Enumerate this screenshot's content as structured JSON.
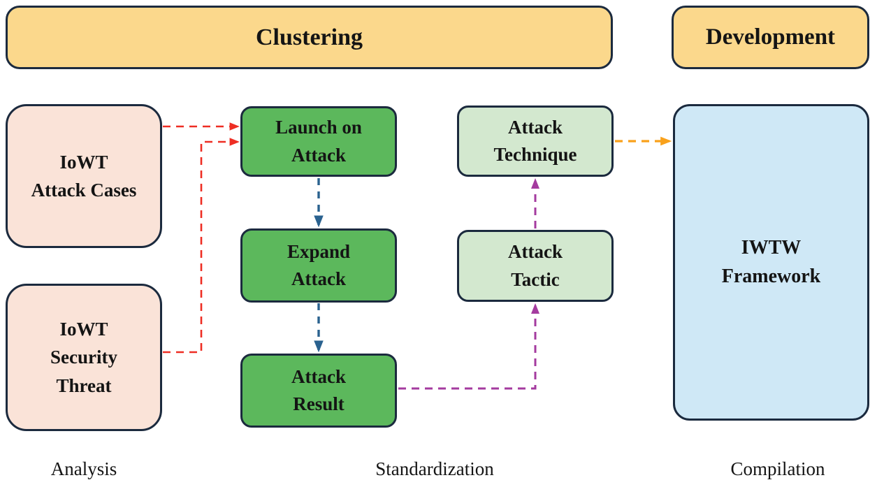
{
  "diagram": {
    "phases": {
      "clustering": {
        "label": "Clustering"
      },
      "development": {
        "label": "Development"
      }
    },
    "nodes": {
      "iowt_attack_cases": {
        "label": "IoWT\nAttack Cases"
      },
      "iowt_security_threat": {
        "label": "IoWT\nSecurity\nThreat"
      },
      "launch_on_attack": {
        "label": "Launch on\nAttack"
      },
      "expand_attack": {
        "label": "Expand\nAttack"
      },
      "attack_result": {
        "label": "Attack\nResult"
      },
      "attack_technique": {
        "label": "Attack\nTechnique"
      },
      "attack_tactic": {
        "label": "Attack\nTactic"
      },
      "iwtw_framework": {
        "label": "IWTW\nFramework"
      }
    },
    "stage_labels": {
      "analysis": "Analysis",
      "standardization": "Standardization",
      "compilation": "Compilation"
    },
    "edges": [
      {
        "from": "iowt_attack_cases",
        "to": "launch_on_attack",
        "color_role": "red"
      },
      {
        "from": "iowt_security_threat",
        "to": "launch_on_attack",
        "color_role": "red"
      },
      {
        "from": "launch_on_attack",
        "to": "expand_attack",
        "color_role": "blue"
      },
      {
        "from": "expand_attack",
        "to": "attack_result",
        "color_role": "blue"
      },
      {
        "from": "attack_result",
        "to": "attack_tactic",
        "color_role": "purple"
      },
      {
        "from": "attack_tactic",
        "to": "attack_technique",
        "color_role": "purple"
      },
      {
        "from": "attack_technique",
        "to": "iwtw_framework",
        "color_role": "orange"
      }
    ],
    "colors": {
      "phase_fill": "#fbd88c",
      "analysis_fill": "#fae3d8",
      "process_fill": "#5cb85c",
      "standard_fill": "#d3e8cf",
      "framework_fill": "#cfe8f6",
      "node_border": "#1b2a3e",
      "arrow_red": "#ee2e24",
      "arrow_blue": "#2a628f",
      "arrow_purple": "#a43b9f",
      "arrow_orange": "#f9a11b"
    }
  }
}
